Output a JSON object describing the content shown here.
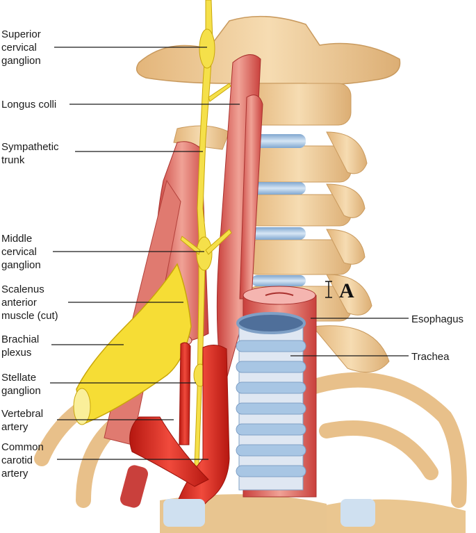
{
  "figure_letter": "A",
  "labels_left": [
    {
      "id": "superior-cervical-ganglion",
      "text": "Superior\ncervical\nganglion"
    },
    {
      "id": "longus-colli",
      "text": "Longus colli"
    },
    {
      "id": "sympathetic-trunk",
      "text": "Sympathetic\ntrunk"
    },
    {
      "id": "middle-cervical-ganglion",
      "text": "Middle\ncervical\nganglion"
    },
    {
      "id": "scalenus-anterior",
      "text": "Scalenus\nanterior\nmuscle (cut)"
    },
    {
      "id": "brachial-plexus",
      "text": "Brachial\nplexus"
    },
    {
      "id": "stellate-ganglion",
      "text": "Stellate\nganglion"
    },
    {
      "id": "vertebral-artery",
      "text": "Vertebral\nartery"
    },
    {
      "id": "common-carotid-artery",
      "text": "Common\ncarotid\nartery"
    }
  ],
  "labels_right": [
    {
      "id": "esophagus",
      "text": "Esophagus"
    },
    {
      "id": "trachea",
      "text": "Trachea"
    }
  ],
  "colors": {
    "bone": "#f1d2a3",
    "bone_shadow": "#d9a96a",
    "muscle": "#d9534f",
    "muscle_light": "#ee9a90",
    "nerve": "#f5e04a",
    "artery": "#e02a1f",
    "disc": "#a9c8e6",
    "cartilage": "#c8dcef",
    "leader": "#1a1a1a"
  }
}
